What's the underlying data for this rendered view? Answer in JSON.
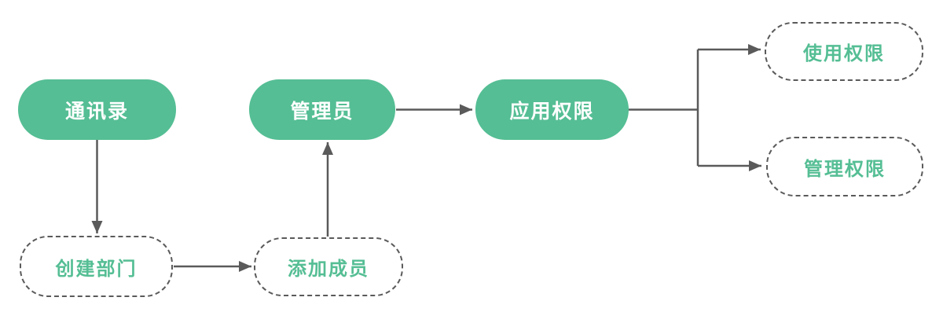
{
  "diagram": {
    "title": "admin-contacts-permission-flowchart",
    "nodes": [
      {
        "id": "contacts",
        "label": "通讯录",
        "style": "solid"
      },
      {
        "id": "admin",
        "label": "管理员",
        "style": "solid"
      },
      {
        "id": "app-permission",
        "label": "应用权限",
        "style": "solid"
      },
      {
        "id": "create-department",
        "label": "创建部门",
        "style": "dashed"
      },
      {
        "id": "add-member",
        "label": "添加成员",
        "style": "dashed"
      },
      {
        "id": "use-permission",
        "label": "使用权限",
        "style": "dashed"
      },
      {
        "id": "manage-permission",
        "label": "管理权限",
        "style": "dashed"
      }
    ],
    "edges": [
      {
        "from": "通讯录",
        "to": "创建部门"
      },
      {
        "from": "创建部门",
        "to": "添加成员"
      },
      {
        "from": "添加成员",
        "to": "管理员"
      },
      {
        "from": "管理员",
        "to": "应用权限"
      },
      {
        "from": "应用权限",
        "to": "使用权限"
      },
      {
        "from": "应用权限",
        "to": "管理权限"
      }
    ],
    "colors": {
      "node_fill": "#55BE94",
      "node_text": "#FFFFFF",
      "dashed_text": "#55BE94",
      "dashed_border": "#5A5A5A",
      "connector": "#5A5A5A",
      "background": "#FFFFFF"
    }
  }
}
